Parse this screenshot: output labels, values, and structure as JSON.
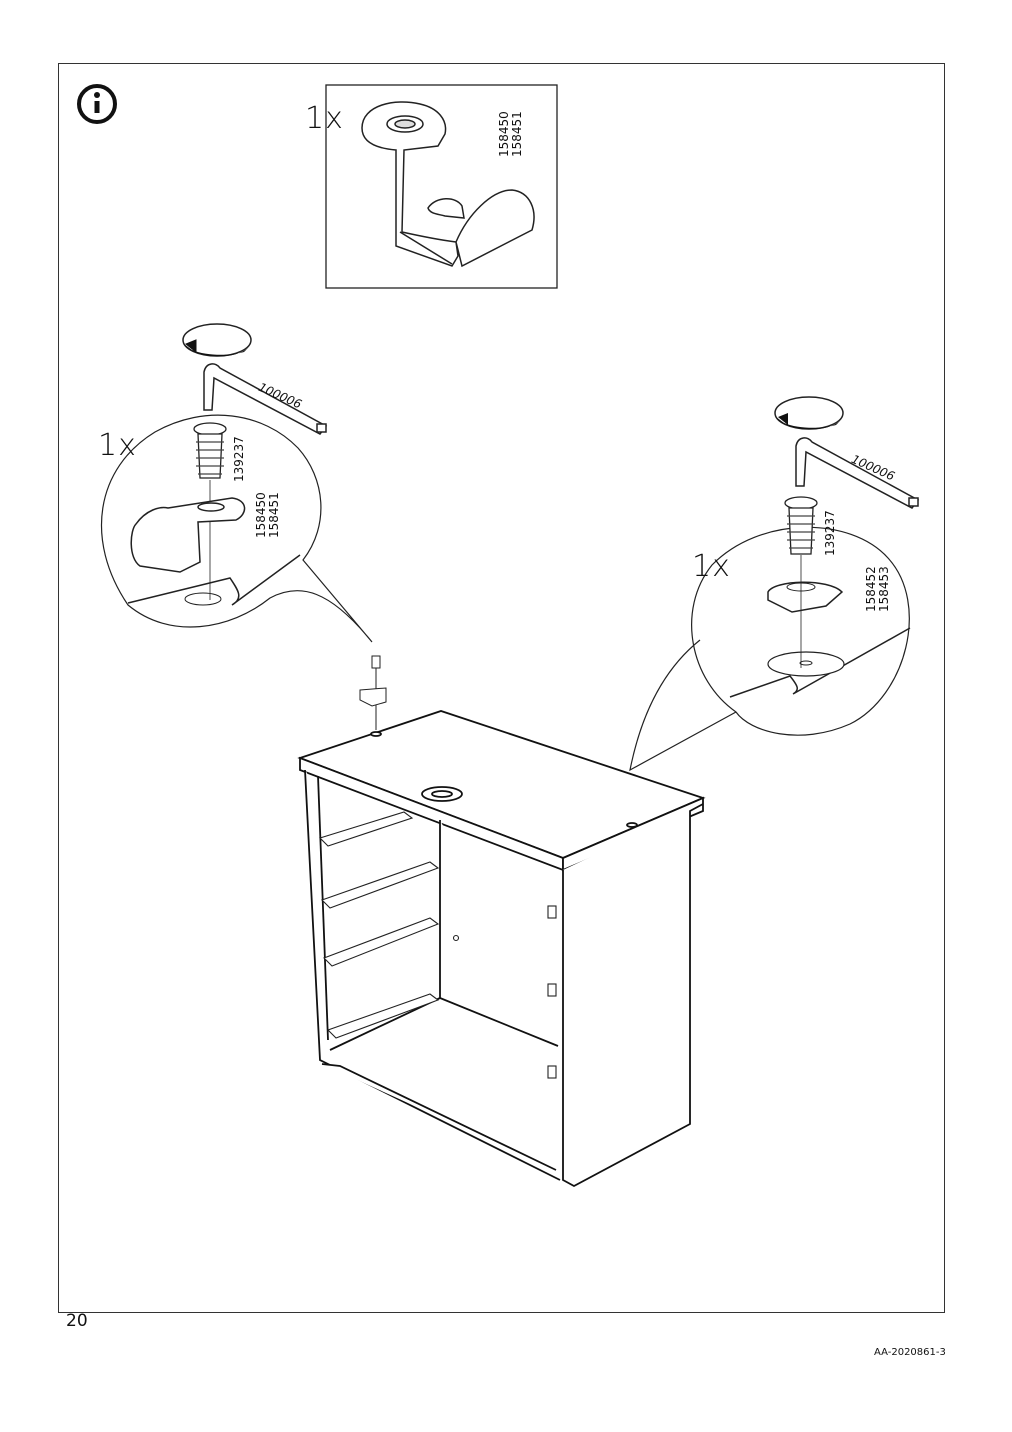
{
  "page": {
    "number": "20",
    "doc_id": "AA-2020861-3"
  },
  "info_box": {
    "icon": "info-icon",
    "quantity": "1x",
    "part_numbers": [
      "158450",
      "158451"
    ]
  },
  "left_detail": {
    "quantity": "1x",
    "tool_number": "100006",
    "screw_number": "139237",
    "bracket_numbers": [
      "158450",
      "158451"
    ]
  },
  "right_detail": {
    "quantity": "1x",
    "tool_number": "100006",
    "screw_number": "139237",
    "plate_numbers": [
      "158452",
      "158453"
    ]
  }
}
